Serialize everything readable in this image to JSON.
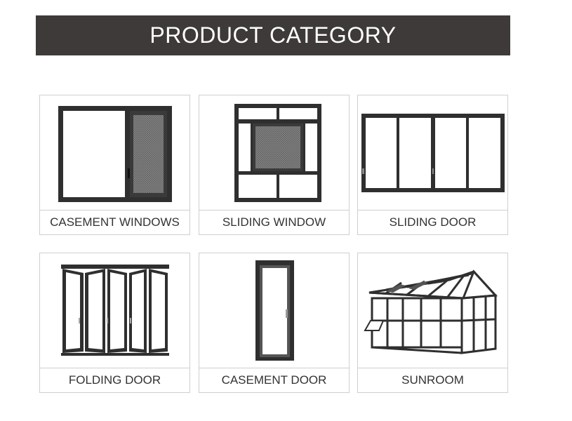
{
  "header": {
    "title": "PRODUCT CATEGORY"
  },
  "colors": {
    "banner": "#3d3a39",
    "frame": "#2f2f2f",
    "border": "#cfcfcf",
    "label": "#333333"
  },
  "categories": [
    {
      "label": "CASEMENT WINDOWS",
      "icon": "casement-window-icon"
    },
    {
      "label": "SLIDING WINDOW",
      "icon": "sliding-window-icon"
    },
    {
      "label": "SLIDING DOOR",
      "icon": "sliding-door-icon"
    },
    {
      "label": "FOLDING DOOR",
      "icon": "folding-door-icon"
    },
    {
      "label": "CASEMENT DOOR",
      "icon": "casement-door-icon"
    },
    {
      "label": "SUNROOM",
      "icon": "sunroom-icon"
    }
  ]
}
